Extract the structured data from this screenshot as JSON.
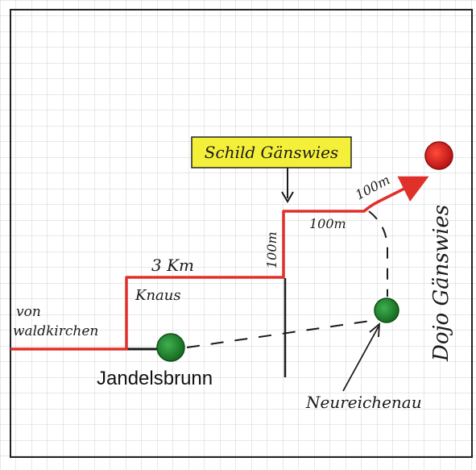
{
  "map": {
    "labels": {
      "from": "von\nwaldkirchen",
      "distance_3km": "3 Km",
      "knaus": "Knaus",
      "sign": "Schild Gänswies",
      "dist_100m_vertical": "100m",
      "dist_100m_top": "100m",
      "dist_100m_arrow": "100m",
      "jandelsbrunn": "Jandelsbrunn",
      "neureichenau": "Neureichenau",
      "dojo": "Dojo Gänswies"
    },
    "colors": {
      "route": "#e0302a",
      "road": "#1a1a1a",
      "destination": "#e02020",
      "town": "#1f8a2e",
      "sign_highlight": "#f4f03a",
      "grid": "#b8b8b8",
      "paper": "#ffffff"
    },
    "icons": {
      "destination": "red-circle",
      "town": "green-circle",
      "pointer": "down-arrow"
    }
  }
}
